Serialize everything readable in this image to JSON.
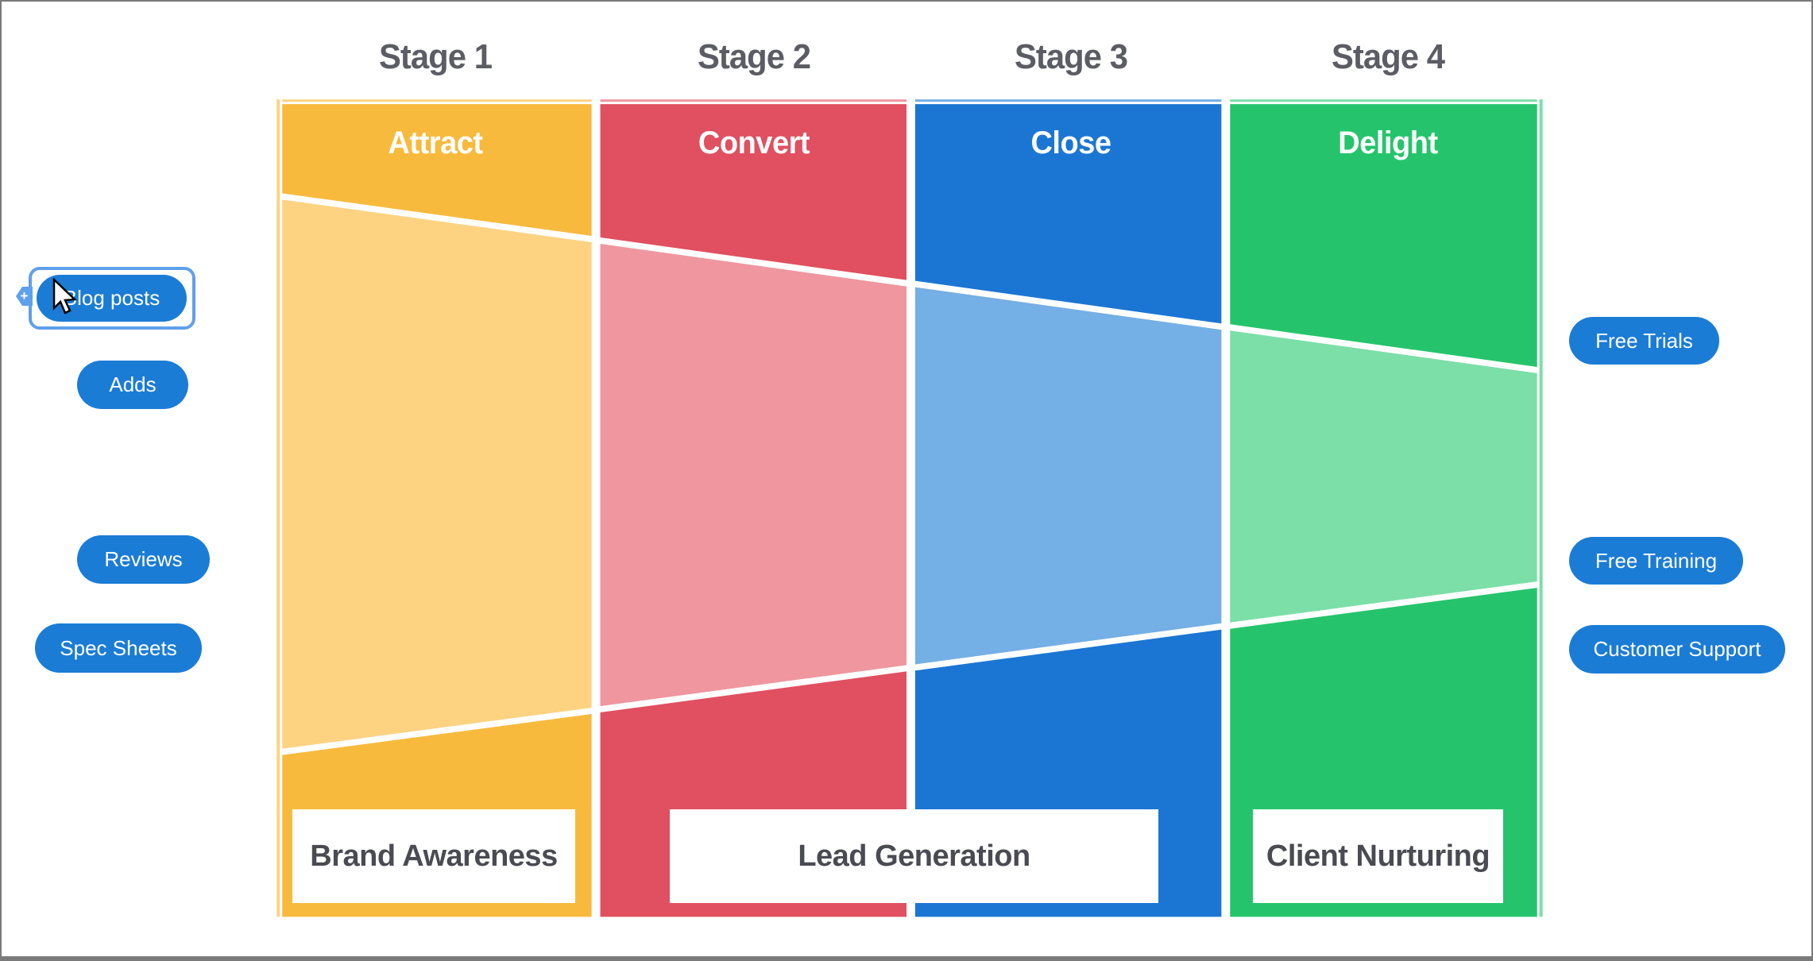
{
  "canvas": {
    "background": "#FFFFFF",
    "border_color": "#7A7A7A"
  },
  "stages": [
    {
      "stage_label": "Stage 1",
      "header": "Attract",
      "color": "#F8BA3D",
      "light_color": "#FDD382"
    },
    {
      "stage_label": "Stage 2",
      "header": "Convert",
      "color": "#E05060",
      "light_color": "#F0969F"
    },
    {
      "stage_label": "Stage 3",
      "header": "Close",
      "color": "#1B76D3",
      "light_color": "#74AFE5"
    },
    {
      "stage_label": "Stage 4",
      "header": "Delight",
      "color": "#25C46C",
      "light_color": "#7BDFA7"
    }
  ],
  "left_pills": [
    {
      "label": "Blog posts",
      "selected": true
    },
    {
      "label": "Adds",
      "selected": false
    },
    {
      "label": "Reviews",
      "selected": false
    },
    {
      "label": "Spec Sheets",
      "selected": false
    }
  ],
  "right_pills": [
    {
      "label": "Free Trials"
    },
    {
      "label": "Free Training"
    },
    {
      "label": "Customer Support"
    }
  ],
  "bottom_labels": [
    {
      "label": "Brand Awareness"
    },
    {
      "label": "Lead Generation"
    },
    {
      "label": "Client Nurturing"
    }
  ],
  "selection": {
    "plus_label": "+"
  },
  "colors": {
    "pill": "#1B7CD6",
    "pill_text": "#FFFFFF",
    "selection": "#5FA0EC",
    "stage_label_text": "#5B5C64",
    "bottom_label_text": "#4A4B52",
    "header_text": "#FFFFFF"
  }
}
